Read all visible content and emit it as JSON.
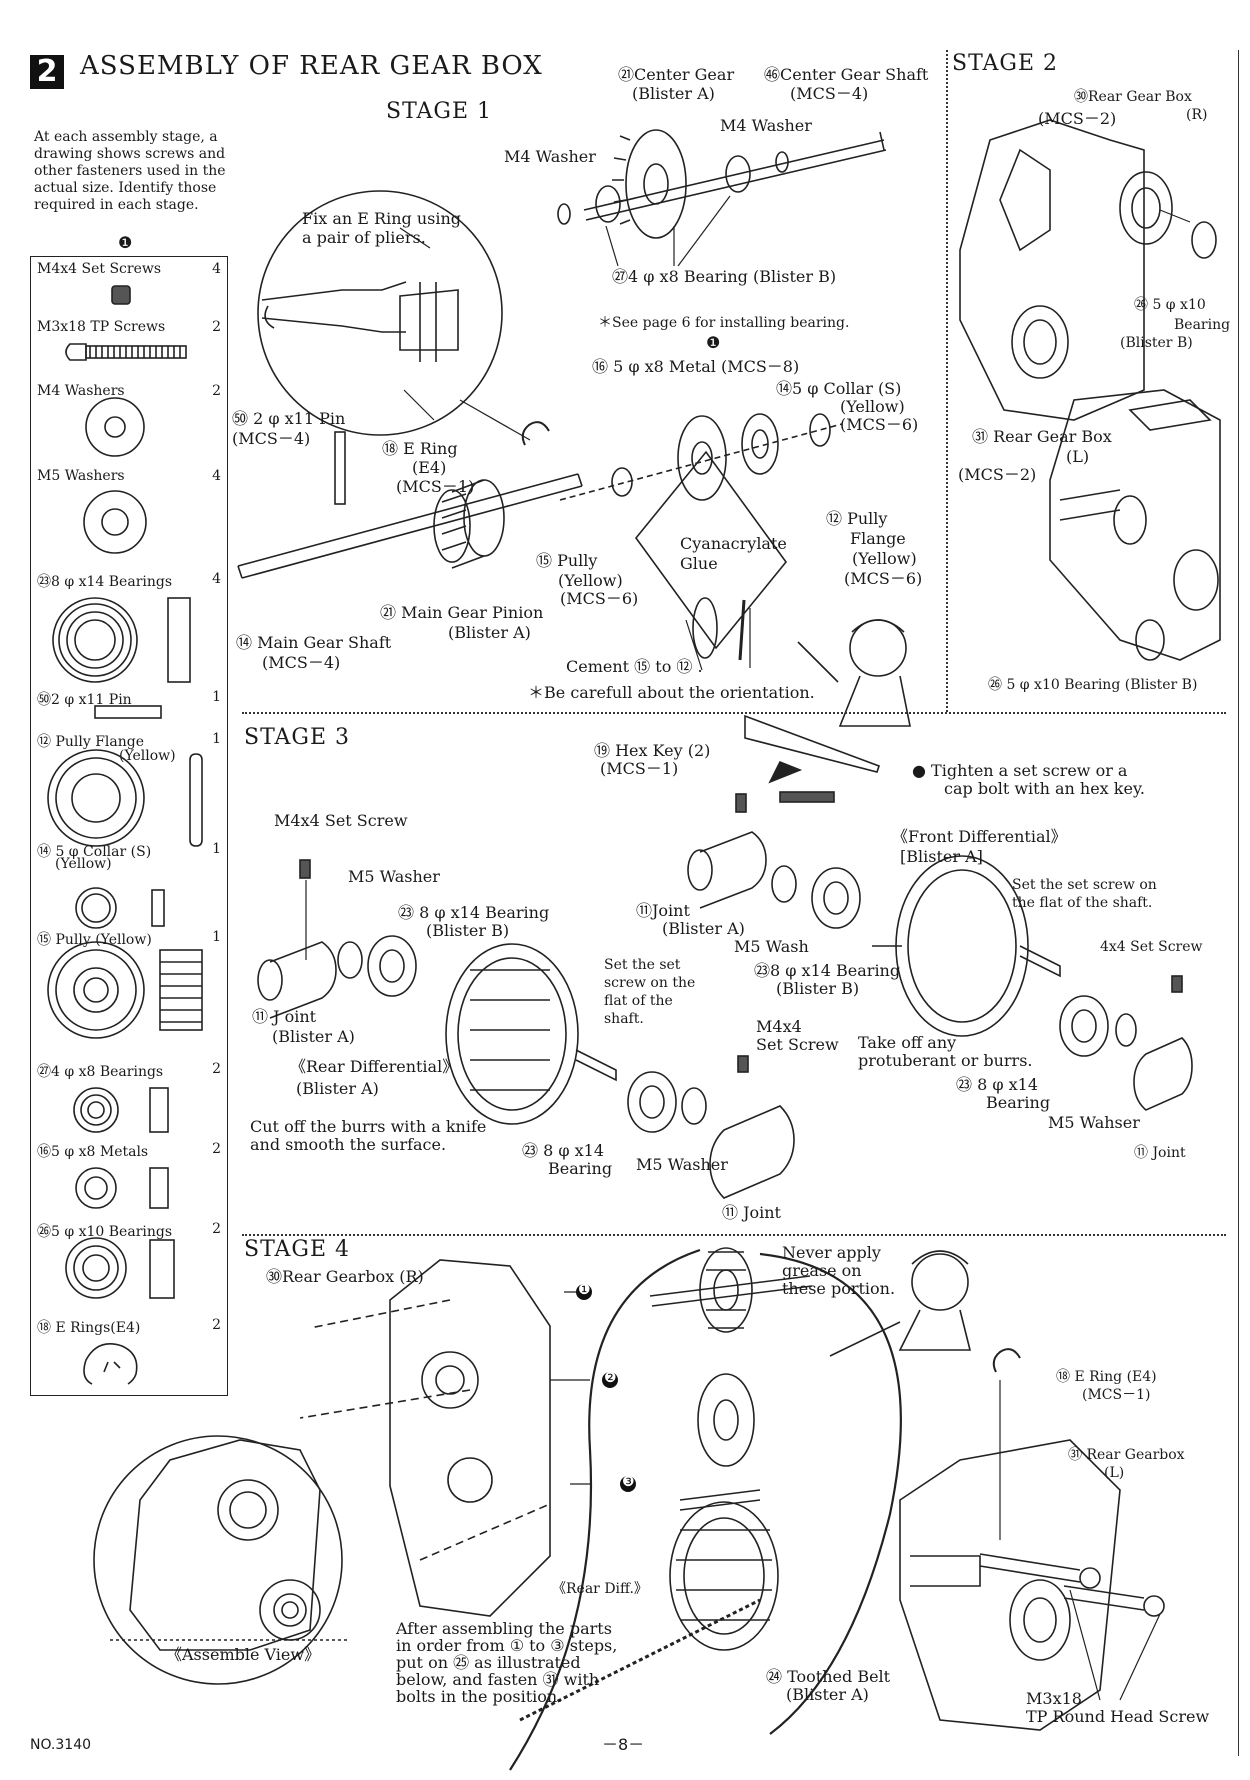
{
  "header": {
    "step_number": "2",
    "title": "ASSEMBLY OF REAR GEAR BOX",
    "intro": [
      "At each assembly stage, a",
      "drawing shows screws and",
      "other fasteners used in the",
      "actual size. Identify those",
      "required in each stage."
    ],
    "parts_marker": "❶"
  },
  "parts_list": [
    {
      "label": "M4x4 Set Screws",
      "count": "4"
    },
    {
      "label": "M3x18 TP Screws",
      "count": "2"
    },
    {
      "label": "M4 Washers",
      "count": "2"
    },
    {
      "label": "M5 Washers",
      "count": "4"
    },
    {
      "label": "㉓8 φ x14 Bearings",
      "count": "4"
    },
    {
      "label": "㊿2 φ x11 Pin",
      "count": "1"
    },
    {
      "label": "⑫ Pully Flange",
      "count": "1",
      "sub": "(Yellow)"
    },
    {
      "label": "⑭ 5 φ Collar (S)",
      "count": "1",
      "sub": "(Yellow)"
    },
    {
      "label": "⑮ Pully (Yellow)",
      "count": "1"
    },
    {
      "label": "㉗4 φ x8 Bearings",
      "count": "2"
    },
    {
      "label": "⑯5 φ x8 Metals",
      "count": "2"
    },
    {
      "label": "㉖5 φ x10 Bearings",
      "count": "2"
    },
    {
      "label": "⑱ E Rings(E4)",
      "count": "2"
    }
  ],
  "stage1": {
    "title": "STAGE 1",
    "labels": {
      "center_gear": "㉑Center Gear",
      "center_gear_sub": "(Blister A)",
      "center_gear_shaft": "㊻Center Gear Shaft",
      "center_gear_shaft_sub": "(MCS－4)",
      "m4_washer_a": "M4 Washer",
      "m4_washer_b": "M4 Washer",
      "bearing_4x8": "㉗4 φ x8 Bearing (Blister B)",
      "see_page": "＊See page 6 for installing bearing.",
      "marker": "❶",
      "fix_ering_1": "Fix an E Ring using",
      "fix_ering_2": "a pair of pliers.",
      "metal_5x8": "⑯ 5 φ x8 Metal (MCS－8)",
      "collar_5": "⑭5 φ Collar (S)",
      "collar_5_c": "(Yellow)",
      "collar_5_m": "(MCS－6)",
      "pin_2x11": "㊿ 2 φ x11 Pin",
      "pin_2x11_m": "(MCS－4)",
      "e_ring": "⑱ E Ring",
      "e_ring_e4": "(E4)",
      "e_ring_m": "(MCS－1)",
      "pully_flange": "⑫ Pully",
      "pully_flange_2": "Flange",
      "pully_flange_c": "(Yellow)",
      "pully_flange_m": "(MCS－6)",
      "pully": "⑮ Pully",
      "pully_c": "(Yellow)",
      "pully_m": "(MCS－6)",
      "glue_1": "Cyanacrylate",
      "glue_2": "Glue",
      "main_gear_pinion": "㉑ Main Gear Pinion",
      "main_gear_pinion_sub": "(Blister A)",
      "main_gear_shaft": "⑭ Main Gear Shaft",
      "main_gear_shaft_m": "(MCS－4)",
      "cement": "Cement ⑮ to ⑫ .",
      "careful": "＊Be carefull about the orientation."
    }
  },
  "stage2": {
    "title": "STAGE 2",
    "labels": {
      "rear_gear_box_r": "㉚Rear Gear Box",
      "rear_gear_box_r_m": "(MCS－2)",
      "rear_gear_box_r_side": "(R)",
      "bearing_5x10": "㉖ 5 φ x10",
      "bearing_5x10_b": "Bearing",
      "bearing_5x10_c": "(Blister B)",
      "rear_gear_box_l": "㉛ Rear Gear Box",
      "rear_gear_box_l_side": "(L)",
      "rear_gear_box_l_m": "(MCS－2)",
      "bearing_bottom": "㉖ 5 φ x10 Bearing (Blister B)"
    }
  },
  "stage3": {
    "title": "STAGE 3",
    "labels": {
      "hex_key": "⑲ Hex Key (2)",
      "hex_key_m": "(MCS－1)",
      "tighten_1": "● Tighten a set screw or a",
      "tighten_2": "cap bolt with an hex key.",
      "m4x4_set_screw": "M4x4 Set Screw",
      "m5_washer_a": "M5 Washer",
      "bearing_8x14_a": "㉓ 8 φ x14 Bearing",
      "bearing_8x14_a_sub": "(Blister B)",
      "joint_a": "⑪Joint",
      "joint_a_sub": "(Blister A)",
      "front_diff": "《Front Differential》",
      "front_diff_sub": "[Blister A]",
      "set_flat_1": "Set the set screw on",
      "set_flat_2": "the flat of the shaft.",
      "m5_wash": "M5 Wash",
      "bearing_8x14_b": "㉓8 φ x14 Bearing",
      "bearing_8x14_b_sub": "(Blister B)",
      "set_4x4": "4x4 Set Screw",
      "joint_b": "⑪ J oint",
      "joint_b_sub": "(Blister A)",
      "rear_diff": "《Rear Differential》",
      "rear_diff_sub": "(Blister A)",
      "set_screw_1": "Set the set",
      "set_screw_2": "screw on the",
      "set_screw_3": "flat of the",
      "set_screw_4": "shaft.",
      "m4x4_b": "M4x4",
      "m4x4_b2": "Set Screw",
      "take_off_1": "Take off any",
      "take_off_2": "protuberant or burrs.",
      "bearing_8x14_c": "㉓ 8 φ x14",
      "bearing_8x14_c_sub": "Bearing",
      "m5_wahser": "M5 Wahser",
      "joint_c": "⑪ Joint",
      "cut_1": "Cut off the burrs with a knife",
      "cut_2": "and smooth the surface.",
      "bearing_8x14_d": "㉓ 8 φ x14",
      "bearing_8x14_d_sub": "Bearing",
      "m5_washer_d": "M5 Washer",
      "joint_d": "⑪ Joint"
    }
  },
  "stage4": {
    "title": "STAGE 4",
    "labels": {
      "rear_gearbox_r": "㉚Rear Gearbox (R)",
      "never_1": "Never apply",
      "never_2": "grease on",
      "never_3": "these portion.",
      "e_ring": "⑱ E Ring (E4)",
      "e_ring_m": "(MCS－1)",
      "rear_gearbox_l": "㉛ Rear Gearbox",
      "rear_gearbox_l_side": "(L)",
      "rear_diff": "《Rear Diff.》",
      "assemble_view": "《Assemble View》",
      "after_1": "After assembling the parts",
      "after_2": "in order from ① to ③ steps,",
      "after_3": "put on ㉕ as illustrated",
      "after_4": "below, and fasten ㉛ with",
      "after_5": "bolts in the position.",
      "toothed_belt": "㉔ Toothed Belt",
      "toothed_belt_sub": "(Blister A)",
      "m3x18": "M3x18",
      "m3x18_sub": "TP Round Head Screw",
      "step1": "❶",
      "step2": "❷",
      "step3": "❸"
    }
  },
  "footer": {
    "doc_number": "NO.3140",
    "page": "－8－"
  }
}
